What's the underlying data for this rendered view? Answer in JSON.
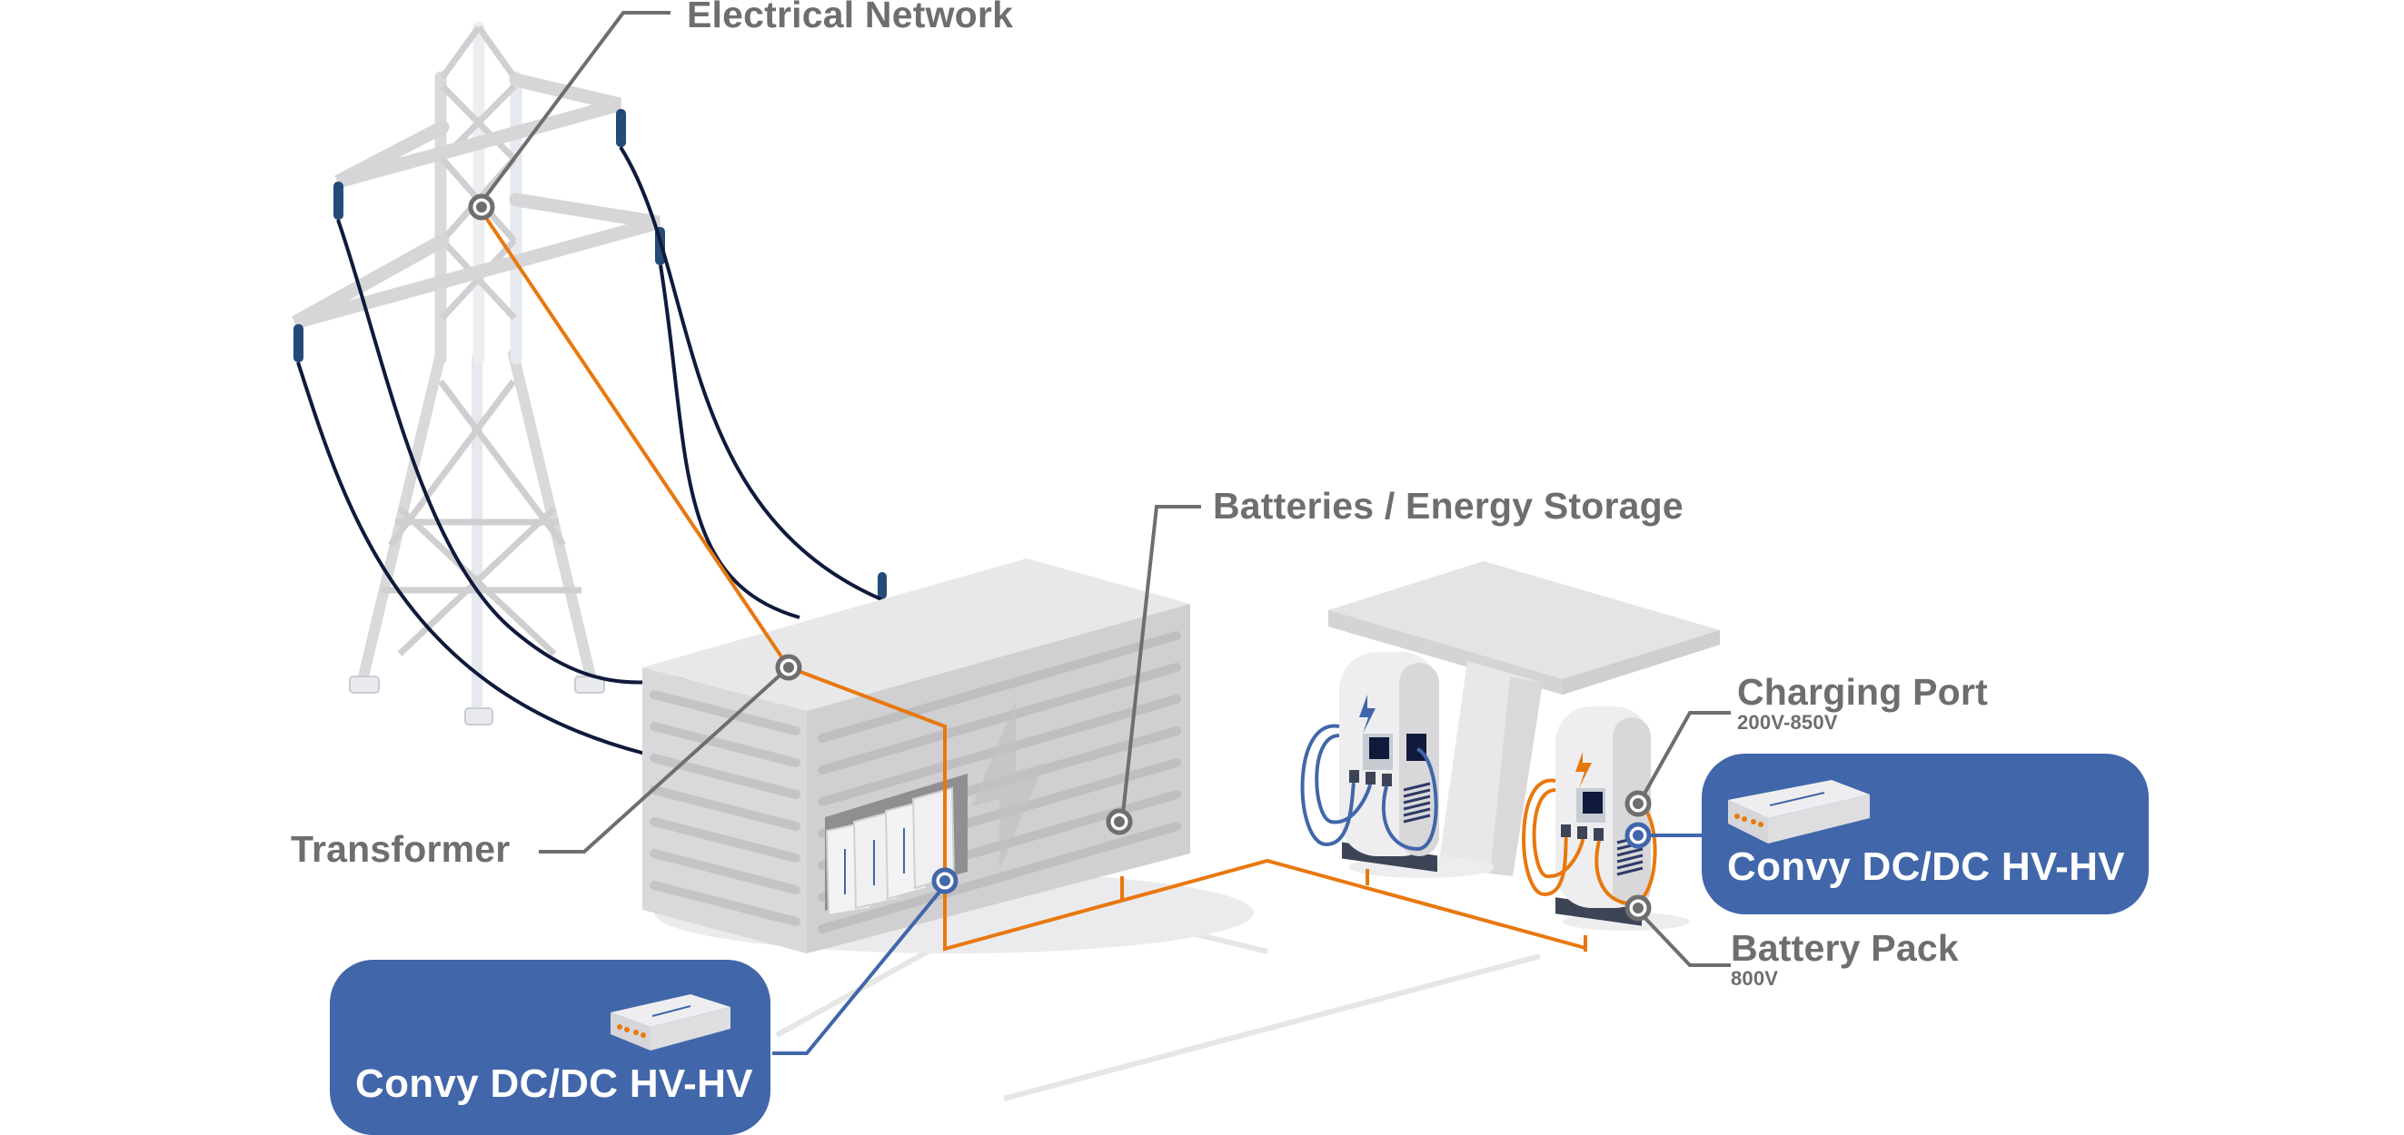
{
  "diagram": {
    "title": "",
    "colors": {
      "label_text": "#6e6e6e",
      "leader_line": "#6e6e6e",
      "power_line_orange": "#e8780e",
      "cable_navy": "#0f1a3c",
      "accent_blue": "#4166aa",
      "structure_gray": "#d6d6d8",
      "background": "#ffffff"
    },
    "labels": {
      "electrical_network": {
        "title": "Electrical Network"
      },
      "batteries": {
        "title": "Batteries / Energy Storage"
      },
      "transformer": {
        "title": "Transformer"
      },
      "charging_port": {
        "title": "Charging Port",
        "subtitle": "200V-850V"
      },
      "battery_pack": {
        "title": "Battery Pack",
        "subtitle": "800V"
      }
    },
    "products": [
      {
        "name": "Convy DC/DC HV-HV",
        "attached_to": "Batteries / Energy Storage"
      },
      {
        "name": "Convy DC/DC HV-HV",
        "attached_to": "EV Charger"
      }
    ],
    "components": [
      {
        "name": "Transmission tower",
        "icon": "power-tower-icon"
      },
      {
        "name": "Battery storage container",
        "icon": "battery-container-icon"
      },
      {
        "name": "EV charger (blue)",
        "icon": "ev-charger-icon"
      },
      {
        "name": "EV charger (orange)",
        "icon": "ev-charger-icon"
      },
      {
        "name": "Charging canopy",
        "icon": "canopy-icon"
      }
    ]
  }
}
